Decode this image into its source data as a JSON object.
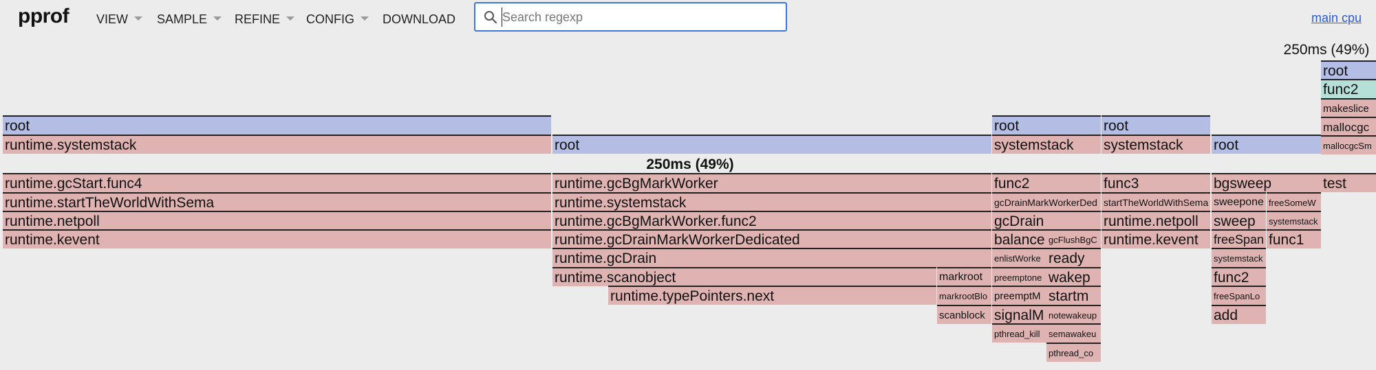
{
  "app": {
    "logo": "pprof",
    "menu": [
      "VIEW",
      "SAMPLE",
      "REFINE",
      "CONFIG",
      "DOWNLOAD"
    ],
    "search_placeholder": "Search regexp",
    "profile_link": "main cpu"
  },
  "colors": {
    "root": "#b4bde3",
    "runtime": "#e0b3b3",
    "user": "#b4e0d8",
    "accent": "#3a78e0",
    "link": "#2a5bd7"
  },
  "flame": {
    "summaries": [
      "250ms (49%)",
      "250ms (49%)"
    ],
    "stacks": [
      {
        "name": "stack-1",
        "frames": [
          [
            "root"
          ],
          [
            "runtime.systemstack"
          ],
          [
            "runtime.gcStart.func4"
          ],
          [
            "runtime.startTheWorldWithSema"
          ],
          [
            "runtime.netpoll"
          ],
          [
            "runtime.kevent"
          ]
        ]
      },
      {
        "name": "stack-2",
        "frames": [
          [
            "root"
          ],
          [
            "runtime.gcBgMarkWorker"
          ],
          [
            "runtime.systemstack"
          ],
          [
            "runtime.gcBgMarkWorker.func2"
          ],
          [
            "runtime.gcDrainMarkWorkerDedicated"
          ],
          [
            "runtime.gcDrain"
          ],
          [
            "runtime.scanobject",
            "markroot"
          ],
          [
            "runtime.typePointers.next",
            "markrootBlo"
          ],
          [
            "scanblock"
          ]
        ]
      },
      {
        "name": "stack-3",
        "frames": [
          [
            "root"
          ],
          [
            "systemstack"
          ],
          [
            "func2"
          ],
          [
            "gcDrainMarkWorkerDed"
          ],
          [
            "gcDrain"
          ],
          [
            "balance",
            "gcFlushBgC"
          ],
          [
            "enlistWorke",
            "ready"
          ],
          [
            "preemptone",
            "wakep"
          ],
          [
            "preemptM",
            "startm"
          ],
          [
            "signalM",
            "notewakeup"
          ],
          [
            "pthread_kill",
            "semawakeu"
          ],
          [
            "pthread_co"
          ]
        ]
      },
      {
        "name": "stack-4",
        "frames": [
          [
            "root"
          ],
          [
            "systemstack"
          ],
          [
            "func3"
          ],
          [
            "startTheWorldWithSema"
          ],
          [
            "runtime.netpoll"
          ],
          [
            "runtime.kevent"
          ]
        ]
      },
      {
        "name": "stack-5",
        "frames": [
          [
            "root"
          ],
          [
            "bgsweep"
          ],
          [
            "sweepone",
            "freeSomeW"
          ],
          [
            "sweep",
            "systemstack"
          ],
          [
            "freeSpan",
            "func1"
          ],
          [
            "systemstack"
          ],
          [
            "func2"
          ],
          [
            "freeSpanLo"
          ],
          [
            "add"
          ]
        ]
      },
      {
        "name": "stack-6",
        "frames": [
          [
            "root"
          ],
          [
            "func2"
          ],
          [
            "makeslice"
          ],
          [
            "mallocgc"
          ],
          [
            "mallocgcSm"
          ],
          [
            "test"
          ]
        ]
      }
    ]
  }
}
